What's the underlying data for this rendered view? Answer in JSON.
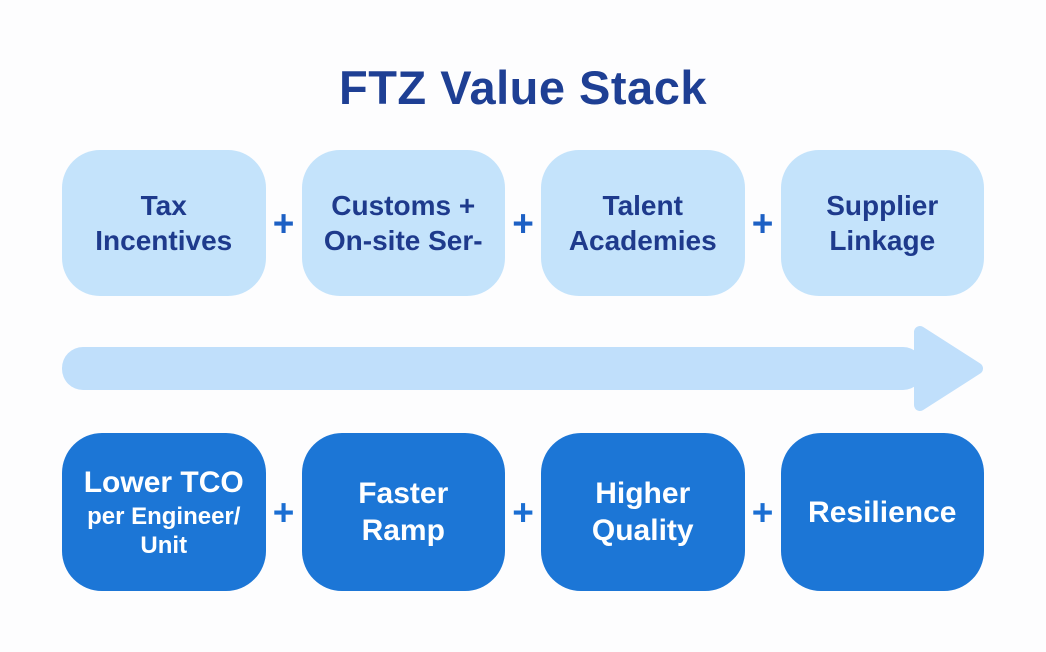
{
  "title": "FTZ Value Stack",
  "separator": "+",
  "colors": {
    "title_text": "#1e3f94",
    "top_box_bg": "#c4e3fb",
    "top_box_text": "#1e3a8c",
    "plus_top": "#1d60c4",
    "bottom_box_bg": "#1c76d6",
    "bottom_box_text": "#ffffff",
    "plus_bottom": "#1b6ed2",
    "arrow": "#c0dffb",
    "page_bg": "#fdfdfe"
  },
  "top_row": [
    {
      "label": "Tax\nIncentives"
    },
    {
      "label": "Customs +\nOn-site Ser-"
    },
    {
      "label": "Talent\nAcademies"
    },
    {
      "label": "Supplier\nLinkage"
    }
  ],
  "bottom_row": [
    {
      "main": "Lower TCO",
      "sub": "per Engineer/\nUnit"
    },
    {
      "main": "Faster\nRamp",
      "sub": ""
    },
    {
      "main": "Higher\nQuality",
      "sub": ""
    },
    {
      "main": "Resilience",
      "sub": ""
    }
  ],
  "arrow_icon": "right-arrow"
}
